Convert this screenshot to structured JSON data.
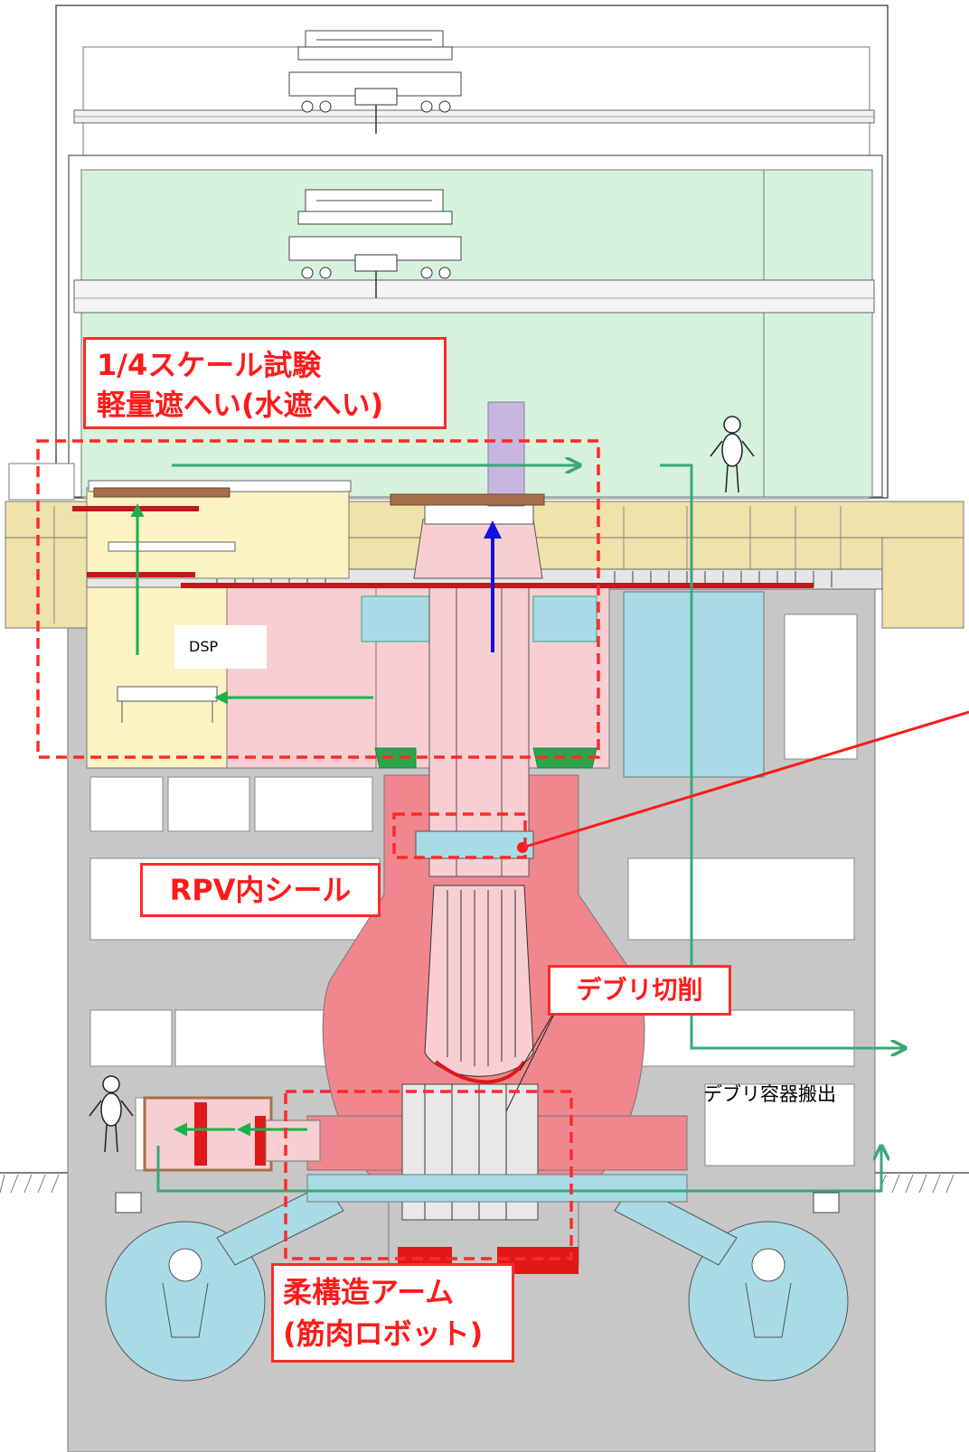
{
  "labels": {
    "scale_test_line1": "1/4スケール試験",
    "scale_test_line2": "軽量遮へい(水遮へい)",
    "dsp": "DSP",
    "rpv_seal": "RPV内シール",
    "debris_cutting": "デブリ切削",
    "debris_container_export": "デブリ容器搬出",
    "soft_arm_line1": "柔構造アーム",
    "soft_arm_line2": "(筋肉ロボット)"
  },
  "colors": {
    "concrete": "#c7c7c7",
    "building_green": "#d6f2dc",
    "floor_tan": "#efe2aa",
    "pool_yellow": "#fbf3c2",
    "pink_light": "#f7cfd3",
    "pink_dark": "#f0878e",
    "water_blue": "#a8dbe6",
    "accent_red": "#ff2a2a",
    "flow_green": "#3aa878",
    "flow_blue": "#1010e0",
    "shield_brown": "#a6714a",
    "seal_red": "#e01818",
    "purple": "#c7b6dd"
  }
}
